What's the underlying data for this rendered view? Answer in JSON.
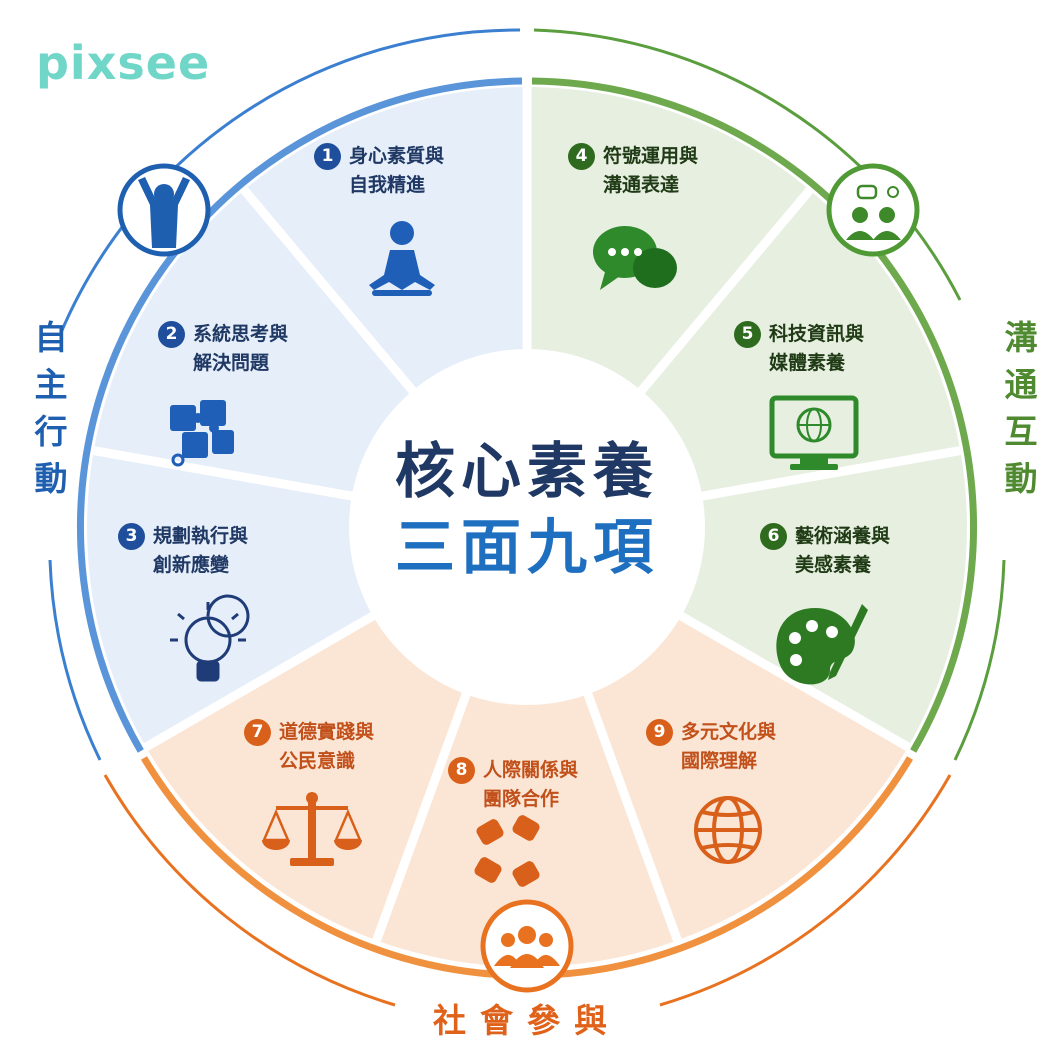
{
  "brand": {
    "logo": "pixsee",
    "logo_color": "#6fd6c8"
  },
  "center": {
    "line1": "核心素養",
    "line2": "三面九項",
    "line1_color": "#1f3864",
    "line2_color": "#1e6fc0"
  },
  "categories": [
    {
      "label": "自主行動",
      "color": "#3b7fd0",
      "icon": "person-arms-up-icon"
    },
    {
      "label": "溝通互動",
      "color": "#5a9e3e",
      "icon": "people-chat-icon"
    },
    {
      "label": "社會參與",
      "color": "#e8721f",
      "icon": "group-people-icon"
    }
  ],
  "items": [
    {
      "num": "1",
      "line1": "身心素質與",
      "line2": "自我精進",
      "icon": "meditation-icon",
      "color": "#1f4f9c"
    },
    {
      "num": "2",
      "line1": "系統思考與",
      "line2": "解決問題",
      "icon": "puzzle-icon",
      "color": "#1f4f9c"
    },
    {
      "num": "3",
      "line1": "規劃執行與",
      "line2": "創新應變",
      "icon": "lightbulb-icon",
      "color": "#1f4f9c"
    },
    {
      "num": "4",
      "line1": "符號運用與",
      "line2": "溝通表達",
      "icon": "chat-bubbles-icon",
      "color": "#2e6b1e"
    },
    {
      "num": "5",
      "line1": "科技資訊與",
      "line2": "媒體素養",
      "icon": "monitor-globe-icon",
      "color": "#2e6b1e"
    },
    {
      "num": "6",
      "line1": "藝術涵養與",
      "line2": "美感素養",
      "icon": "palette-icon",
      "color": "#2e6b1e"
    },
    {
      "num": "7",
      "line1": "道德實踐與",
      "line2": "公民意識",
      "icon": "scales-icon",
      "color": "#d9601a"
    },
    {
      "num": "8",
      "line1": "人際關係與",
      "line2": "團隊合作",
      "icon": "hands-circle-icon",
      "color": "#d9601a"
    },
    {
      "num": "9",
      "line1": "多元文化與",
      "line2": "國際理解",
      "icon": "globe-icon",
      "color": "#d9601a"
    }
  ]
}
